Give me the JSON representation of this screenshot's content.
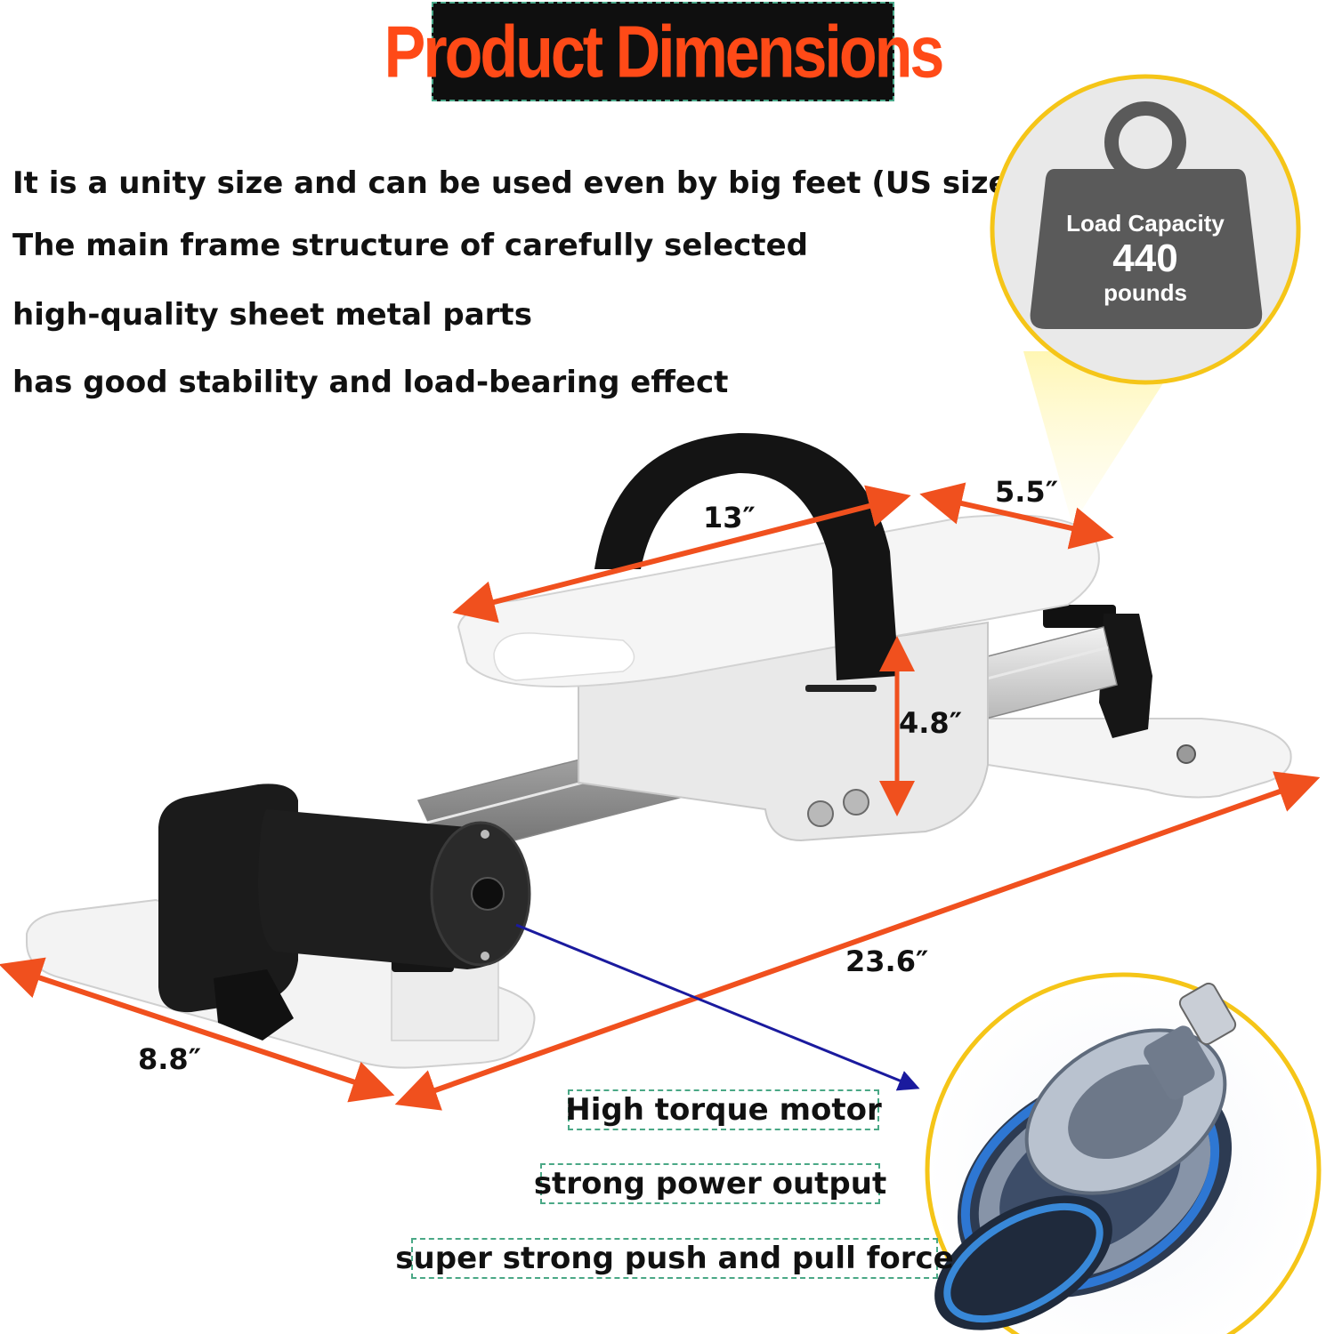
{
  "header": {
    "title": "Product Dimensions"
  },
  "description": {
    "lines": [
      "It is a unity size and can be used even by big feet (US size 13)",
      "The main frame structure of carefully selected",
      "high-quality sheet metal parts",
      "has good stability and load-bearing effect"
    ]
  },
  "load_badge": {
    "label": "Load Capacity",
    "value": "440",
    "unit": "pounds"
  },
  "dimensions": {
    "plate_length": "13″",
    "plate_width": "5.5″",
    "height": "4.8″",
    "total_length": "23.6″",
    "base_width": "8.8″"
  },
  "features": [
    "High torque motor",
    "strong power output",
    "super strong push and pull force"
  ],
  "colors": {
    "arrow": "#f0501e",
    "pointer": "#1a1a9e",
    "ring": "#f5c518",
    "title_text": "#ff4a17"
  }
}
